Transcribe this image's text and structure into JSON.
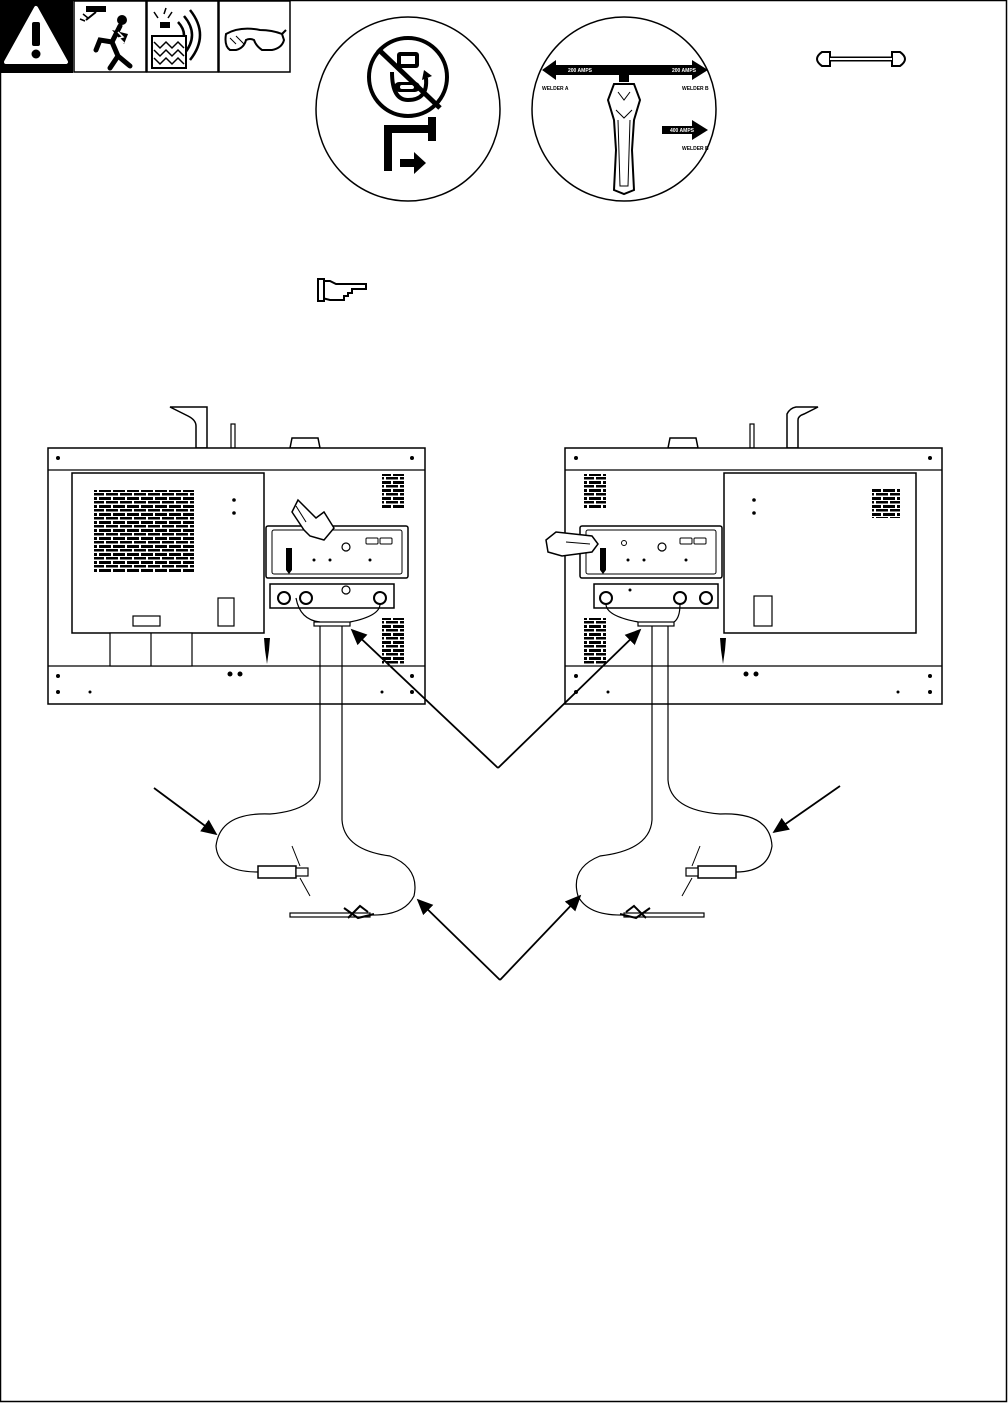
{
  "header_icons": [
    {
      "name": "warning-icon"
    },
    {
      "name": "electric-shock-icon"
    },
    {
      "name": "hot-surface-icon"
    },
    {
      "name": "safety-glasses-icon"
    }
  ],
  "circle_left": {
    "icons": [
      "no-engine-start-icon",
      "disconnect-arrow-icon"
    ]
  },
  "circle_right": {
    "split_label_left": "200 AMPS",
    "split_label_right": "200 AMPS",
    "welder_a": "WELDER A",
    "welder_b_top": "WELDER B",
    "single_label": "400 AMPS",
    "welder_b_bottom": "WELDER B"
  },
  "tools": {
    "icon": "wrench-icon"
  },
  "note": {
    "icon": "pointing-hand-icon"
  },
  "units": [
    {
      "name": "left-welder-generator"
    },
    {
      "name": "right-welder-generator"
    }
  ],
  "colors": {
    "line": "#000000",
    "background": "#ffffff"
  }
}
